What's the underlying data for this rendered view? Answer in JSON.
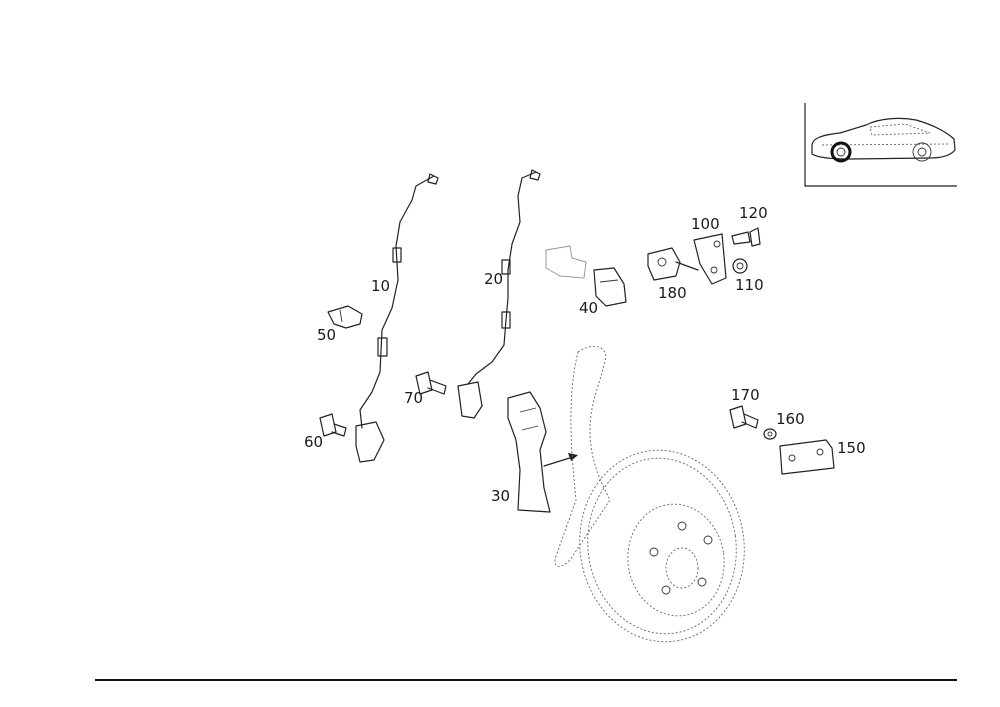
{
  "callouts": {
    "c10": "10",
    "c20": "20",
    "c30": "30",
    "c40": "40",
    "c50": "50",
    "c60": "60",
    "c70": "70",
    "c100": "100",
    "c110": "110",
    "c120": "120",
    "c150": "150",
    "c160": "160",
    "c170": "170",
    "c180": "180"
  },
  "colors": {
    "ink": "#222222",
    "ghost": "#9a9a9a",
    "paper": "#ffffff"
  }
}
